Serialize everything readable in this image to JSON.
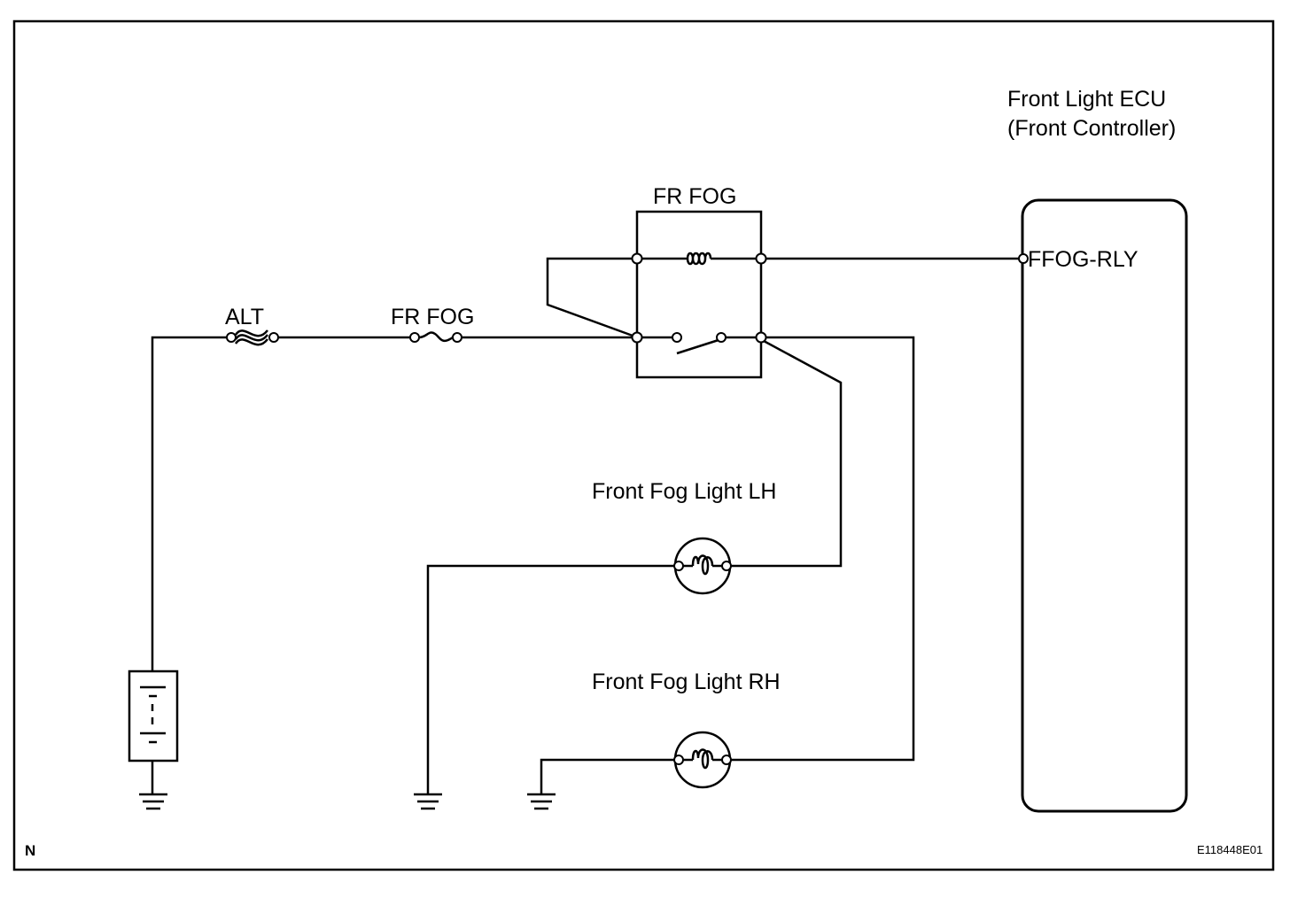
{
  "labels": {
    "ecu_title": "Front Light ECU",
    "ecu_subtitle": "(Front Controller)",
    "relay": "FR FOG",
    "alt_fuse": "ALT",
    "fog_fuse": "FR FOG",
    "ecu_terminal": "FFOG-RLY",
    "lamp_lh": "Front Fog Light LH",
    "lamp_rh": "Front Fog Light RH",
    "corner_mark": "N",
    "figure_code": "E118448E01"
  }
}
